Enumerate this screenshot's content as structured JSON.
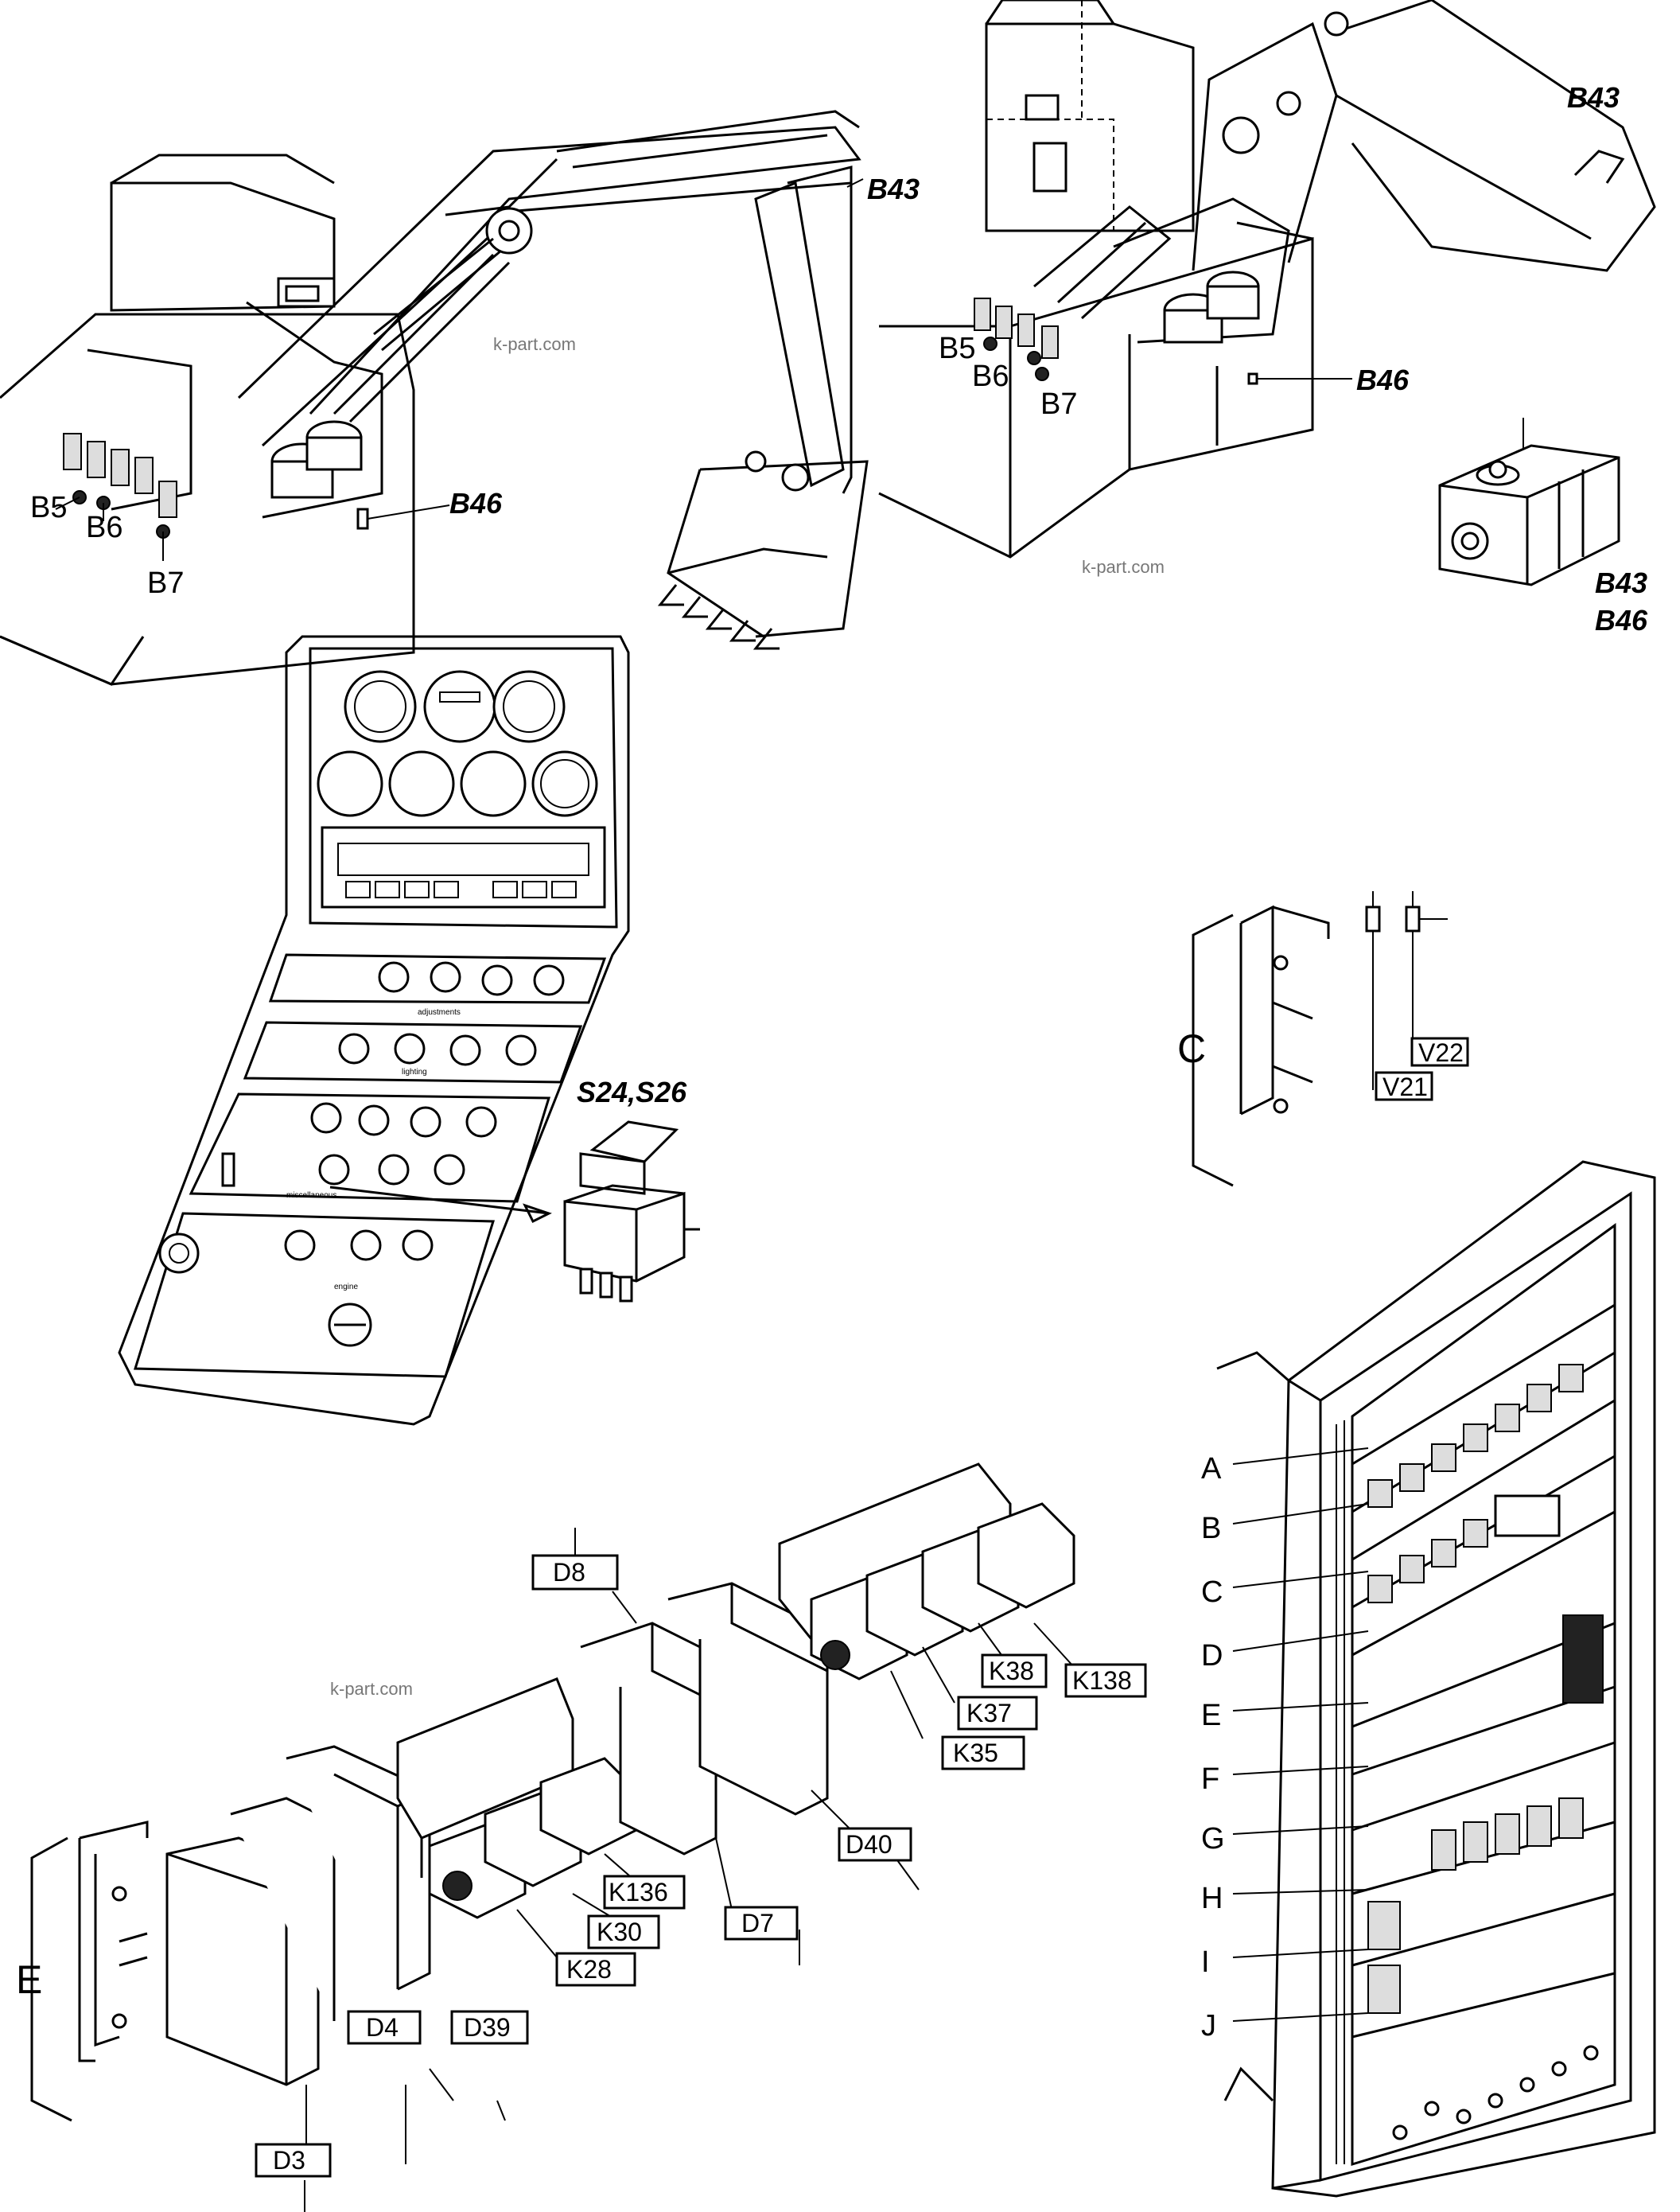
{
  "watermarks": [
    "k-part.com",
    "k-part.com",
    "k-part.com"
  ],
  "excavator_left": {
    "b43": "B43",
    "b46": "B46",
    "b5": "B5",
    "b6": "B6",
    "b7": "B7"
  },
  "excavator_right": {
    "b43": "B43",
    "b46": "B46",
    "b5": "B5",
    "b6": "B6",
    "b7": "B7"
  },
  "sensor_detail": {
    "b43": "B43",
    "b46": "B46"
  },
  "dashboard": {
    "switch_label": "S24,S26",
    "panel_labels": [
      "adjustments",
      "lighting",
      "miscellaneous",
      "engine"
    ]
  },
  "diode_detail": {
    "group_letter": "C",
    "v22": "V22",
    "v21": "V21"
  },
  "modules": {
    "group_letter": "E",
    "boxes": [
      "D8",
      "K138",
      "K38",
      "K37",
      "K35",
      "D40",
      "D7",
      "K136",
      "K30",
      "K28",
      "D4",
      "D39",
      "D3"
    ]
  },
  "cabinet": {
    "rows": [
      "A",
      "B",
      "C",
      "D",
      "E",
      "F",
      "G",
      "H",
      "I",
      "J"
    ]
  }
}
